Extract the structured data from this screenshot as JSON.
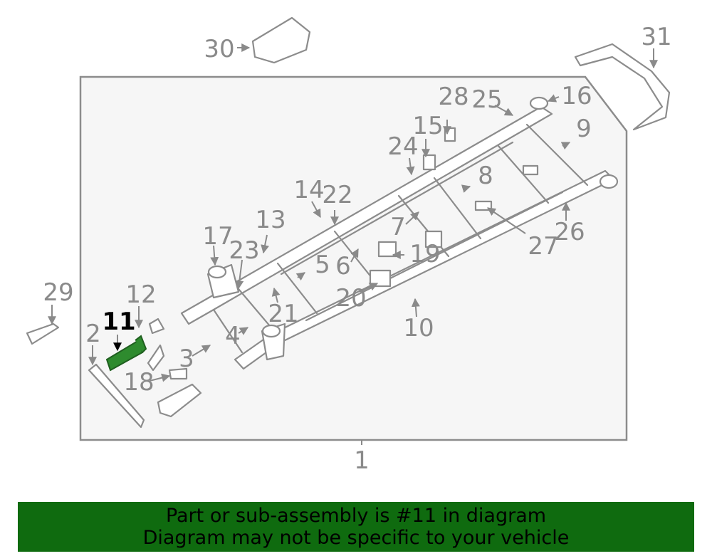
{
  "diagram": {
    "highlight_color": "#2e8b2e",
    "callouts": [
      "1",
      "2",
      "3",
      "4",
      "5",
      "6",
      "7",
      "8",
      "9",
      "10",
      "11",
      "12",
      "13",
      "14",
      "15",
      "16",
      "17",
      "18",
      "19",
      "20",
      "21",
      "22",
      "23",
      "24",
      "25",
      "26",
      "27",
      "28",
      "29",
      "30",
      "31"
    ],
    "highlighted_callout": "11"
  },
  "banner": {
    "line1": "Part or sub-assembly is #11 in diagram",
    "line2": "Diagram may not be specific to your vehicle",
    "background": "#0f6b0f"
  }
}
